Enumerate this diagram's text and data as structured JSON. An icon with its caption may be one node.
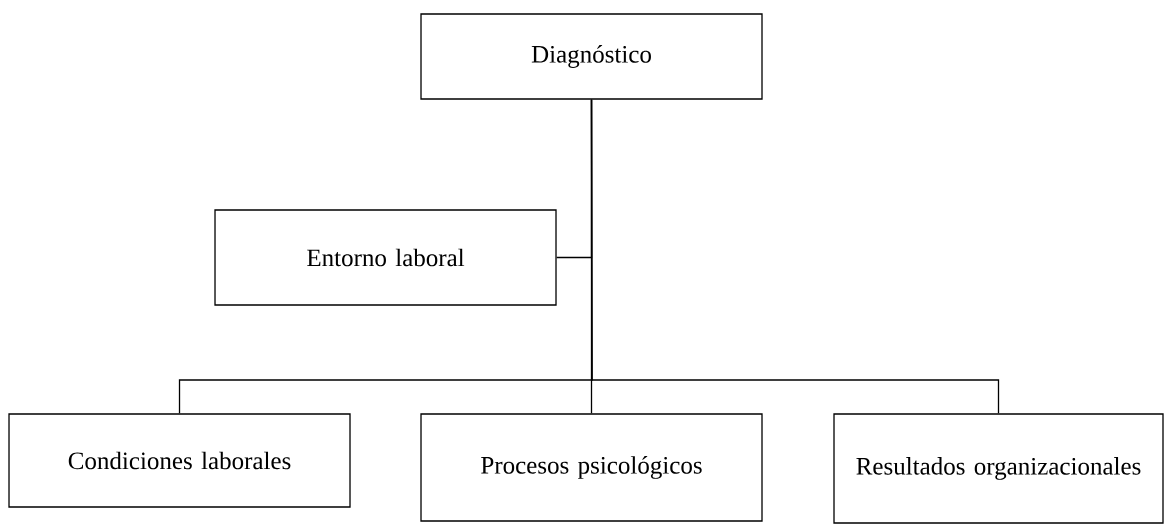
{
  "diagram": {
    "nodes": [
      {
        "text": [
          "Diagnóstico"
        ]
      },
      {
        "text": [
          "Entorno laboral"
        ]
      },
      {
        "text": [
          "Condiciones laborales"
        ]
      },
      {
        "text": [
          "Procesos psicológicos"
        ]
      },
      {
        "text": [
          "Resultados organizacionales"
        ]
      }
    ],
    "edges": [
      {
        "from": 0,
        "to": 1,
        "arrow": "none"
      },
      {
        "from": 0,
        "to": 2,
        "arrow": "none"
      },
      {
        "from": 0,
        "to": 3,
        "arrow": "none"
      },
      {
        "from": 0,
        "to": 4,
        "arrow": "none"
      }
    ]
  }
}
